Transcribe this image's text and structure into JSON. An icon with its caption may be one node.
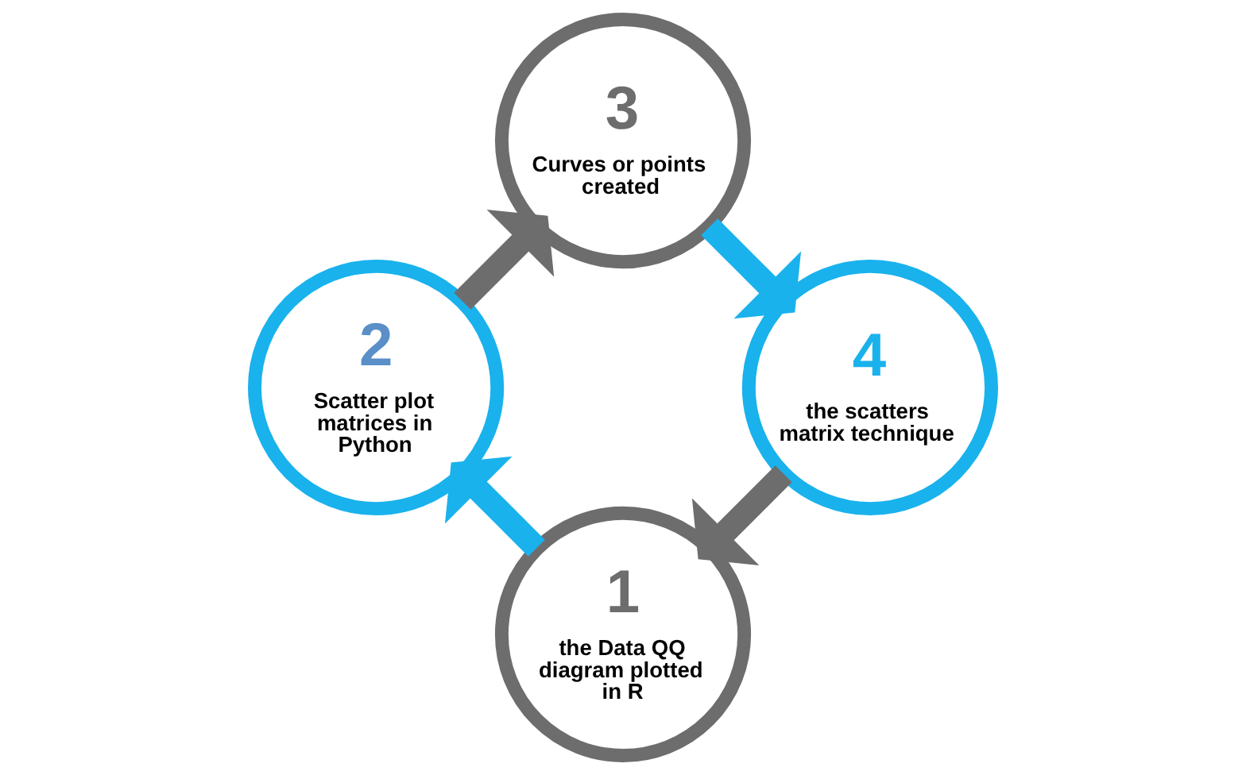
{
  "diagram": {
    "nodes": [
      {
        "text": [
          "1",
          "the Data QQ diagram plotted in R"
        ]
      },
      {
        "text": [
          "2",
          "Scatter plot matrices in Python"
        ]
      },
      {
        "text": [
          "3",
          "Curves or points created"
        ]
      },
      {
        "text": [
          "4",
          "the scatters matrix technique"
        ]
      }
    ],
    "edges": [
      {
        "from": 0,
        "to": 1,
        "arrow": "to",
        "color": "#19b2ec"
      },
      {
        "from": 1,
        "to": 2,
        "arrow": "to",
        "color": "#6d6d6d"
      },
      {
        "from": 2,
        "to": 3,
        "arrow": "to",
        "color": "#19b2ec"
      },
      {
        "from": 3,
        "to": 0,
        "arrow": "to",
        "color": "#6d6d6d"
      }
    ]
  }
}
